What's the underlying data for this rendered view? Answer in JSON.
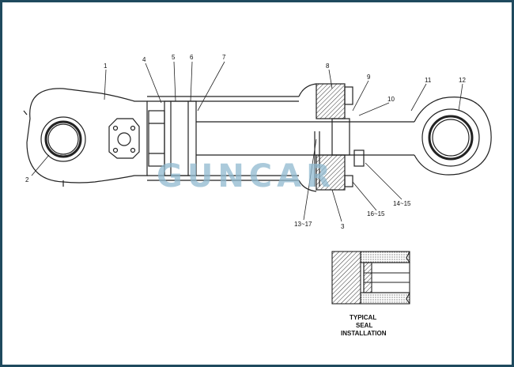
{
  "diagram": {
    "callouts": [
      "1",
      "2",
      "3",
      "4",
      "5",
      "6",
      "7",
      "8",
      "9",
      "10",
      "11",
      "12",
      "13~17",
      "14~15",
      "16~15"
    ],
    "caption": [
      "TYPICAL",
      "SEAL",
      "INSTALLATION"
    ],
    "watermark": "GUNCAR",
    "colors": {
      "border": "#1f4a5e",
      "line": "#222222",
      "watermark": "#8fb9cf"
    }
  }
}
